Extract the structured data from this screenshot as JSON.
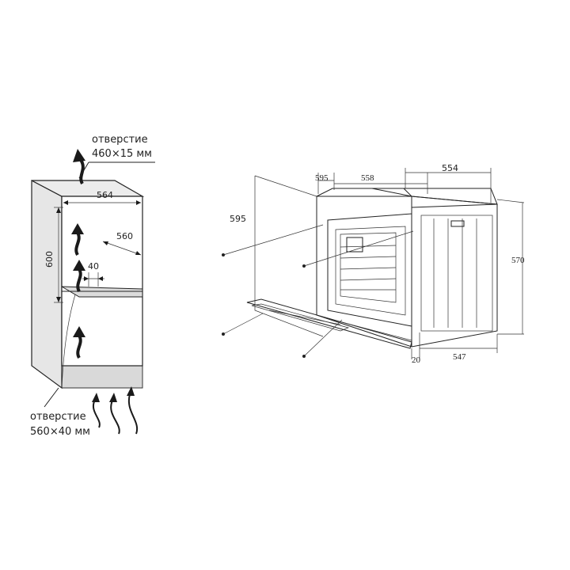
{
  "cabinet": {
    "top_opening_label": "отверстие",
    "top_opening_size": "460×15 мм",
    "bottom_opening_label": "отверстие",
    "bottom_opening_size": "560×40 мм",
    "dim_width": "564",
    "dim_depth": "560",
    "dim_height": "600",
    "dim_gap": "40"
  },
  "oven": {
    "dim_front_height": "595",
    "dim_front_width": "595",
    "dim_body_depth": "558",
    "dim_total_depth": "554",
    "dim_side_height": "570",
    "dim_door": "20",
    "dim_bottom_depth": "547"
  },
  "colors": {
    "line": "#222222",
    "cabinet_shade": "#d9d9d9",
    "arrow": "#1a1a1a"
  }
}
